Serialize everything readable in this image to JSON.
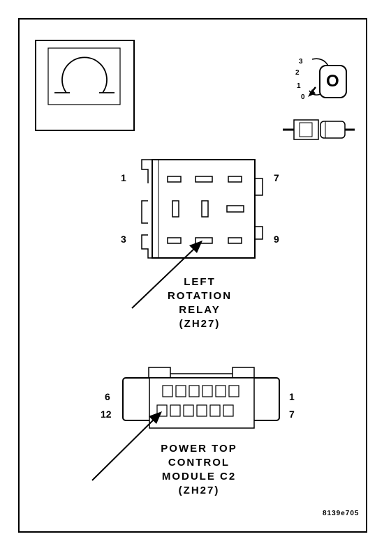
{
  "ohmmeter_symbol": "omega-icon",
  "ignition_positions": [
    "3",
    "2",
    "1",
    "0"
  ],
  "ignition_key_label": "O",
  "relay": {
    "pin_labels": {
      "top_left": "1",
      "top_right": "7",
      "bottom_left": "3",
      "bottom_right": "9"
    },
    "title_lines": [
      "LEFT",
      "ROTATION",
      "RELAY",
      "(ZH27)"
    ]
  },
  "module": {
    "pin_labels": {
      "top_left": "6",
      "bottom_left": "12",
      "top_right": "1",
      "bottom_right": "7"
    },
    "title_lines": [
      "POWER TOP",
      "CONTROL",
      "MODULE C2",
      "(ZH27)"
    ]
  },
  "figure_code": "8139e705"
}
